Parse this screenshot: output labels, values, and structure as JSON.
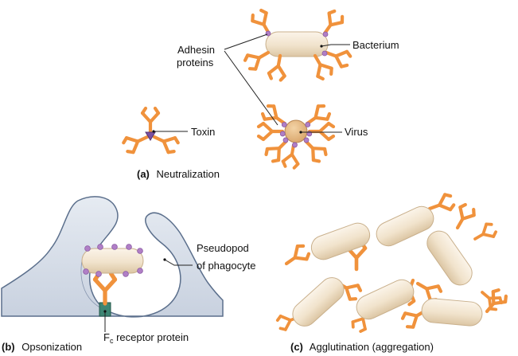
{
  "labels": {
    "adhesin_line1": "Adhesin",
    "adhesin_line2": "proteins",
    "bacterium": "Bacterium",
    "toxin": "Toxin",
    "virus": "Virus",
    "pseudopod_line1": "Pseudopod",
    "pseudopod_line2": "of phagocyte",
    "fc_letter": "F",
    "fc_sub": "c",
    "fc_rest": " receptor protein"
  },
  "panels": {
    "a": {
      "letter": "(a)",
      "title": "Neutralization"
    },
    "b": {
      "letter": "(b)",
      "title": "Opsonization"
    },
    "c": {
      "letter": "(c)",
      "title": "Agglutination (aggregation)"
    }
  },
  "colors": {
    "antibody": "#f0923c",
    "bacterium_fill": "#f1e3cc",
    "bacterium_stroke": "#c9b08c",
    "virus_fill": "#e2b780",
    "adhesin": "#b07fc6",
    "phagocyte_fill": "#d7dde8",
    "phagocyte_stroke": "#5b6f8c",
    "receptor": "#3d8573"
  }
}
